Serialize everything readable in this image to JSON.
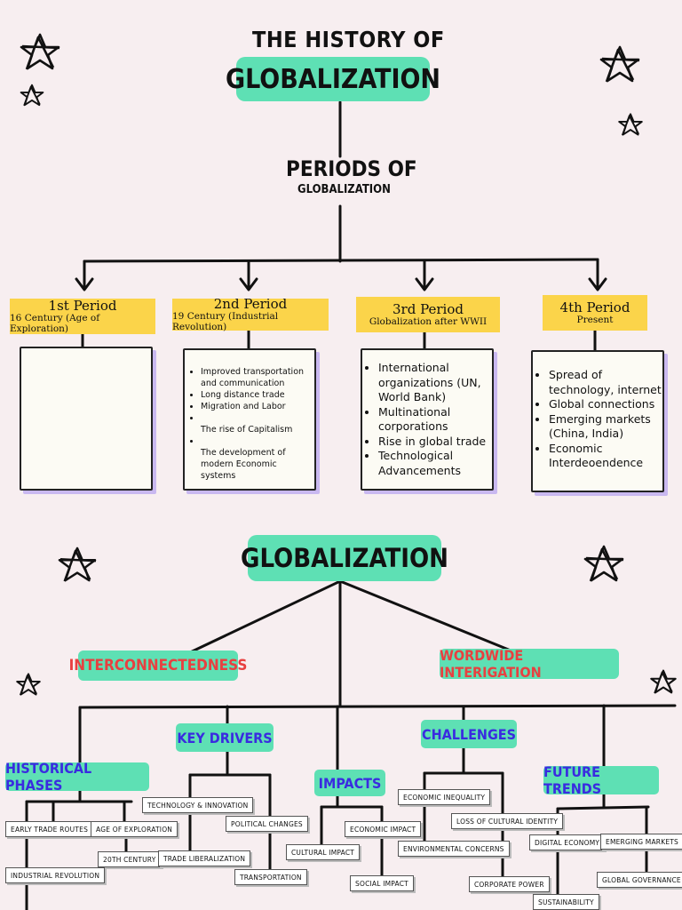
{
  "header": {
    "line1": "THE HISTORY OF",
    "title": "GLOBALIZATION"
  },
  "periods_title": {
    "line1": "PERIODS OF",
    "line2": "GLOBALIZATION"
  },
  "periods": [
    {
      "name": "1st Period",
      "sub": "16 Century (Age of Exploration)",
      "items": []
    },
    {
      "name": "2nd Period",
      "sub": "19 Century (Industrial Revolution)",
      "items": [
        "Improved transportation and communication",
        "Long distance trade",
        "Migration and Labor",
        "",
        "The rise of Capitalism",
        "",
        "The development of modern Economic systems"
      ]
    },
    {
      "name": "3rd Period",
      "sub": "Globalization after   WWII",
      "items": [
        "International organizations (UN, World Bank)",
        "Multinational corporations",
        "Rise in global trade",
        "Technological Advancements"
      ]
    },
    {
      "name": "4th Period",
      "sub": "Present",
      "items": [
        "Spread of technology, internet",
        "Global connections",
        "Emerging markets (China, India)",
        "Economic Interdeoendence"
      ]
    }
  ],
  "map": {
    "center": "GLOBALIZATION",
    "left": "INTERCONNECTEDNESS",
    "right": "WORDWIDE INTERIGATION",
    "branches": {
      "historical": "HISTORICAL PHASES",
      "drivers": "KEY DRIVERS",
      "impacts": "IMPACTS",
      "challenges": "CHALLENGES",
      "future": "FUTURE TRENDS"
    },
    "leaves": {
      "early_trade": "EARLY TRADE ROUTES",
      "age_exploration": "AGE OF EXPLORATION",
      "twentieth": "20TH CENTURY",
      "industrial": "INDUSTRIAL REVOLUTION",
      "tech_innovation": "TECHNOLOGY & INNOVATION",
      "political": "POLITICAL CHANGES",
      "trade_lib": "TRADE LIBERALIZATION",
      "transportation": "TRANSPORTATION",
      "cultural": "CULTURAL IMPACT",
      "economic_impact": "ECONOMIC IMPACT",
      "social": "SOCIAL IMPACT",
      "inequality": "ECONOMIC INEQUALITY",
      "loss_cultural": "LOSS OF CULTURAL IDENTITY",
      "environmental": "ENVIRONMENTAL CONCERNS",
      "corporate": "CORPORATE POWER",
      "digital": "DIGITAL ECONOMY",
      "emerging": "EMERGING MARKETS",
      "global_gov": "GLOBAL GOVERNANCE",
      "sustainability": "SUSTAINABILITY"
    }
  },
  "colors": {
    "green": "#5ee0b4",
    "yellow": "#fbd44a",
    "red": "#e84040",
    "blue": "#3a2be0",
    "background": "#f7eef0"
  },
  "icons": [
    "star-icon"
  ]
}
